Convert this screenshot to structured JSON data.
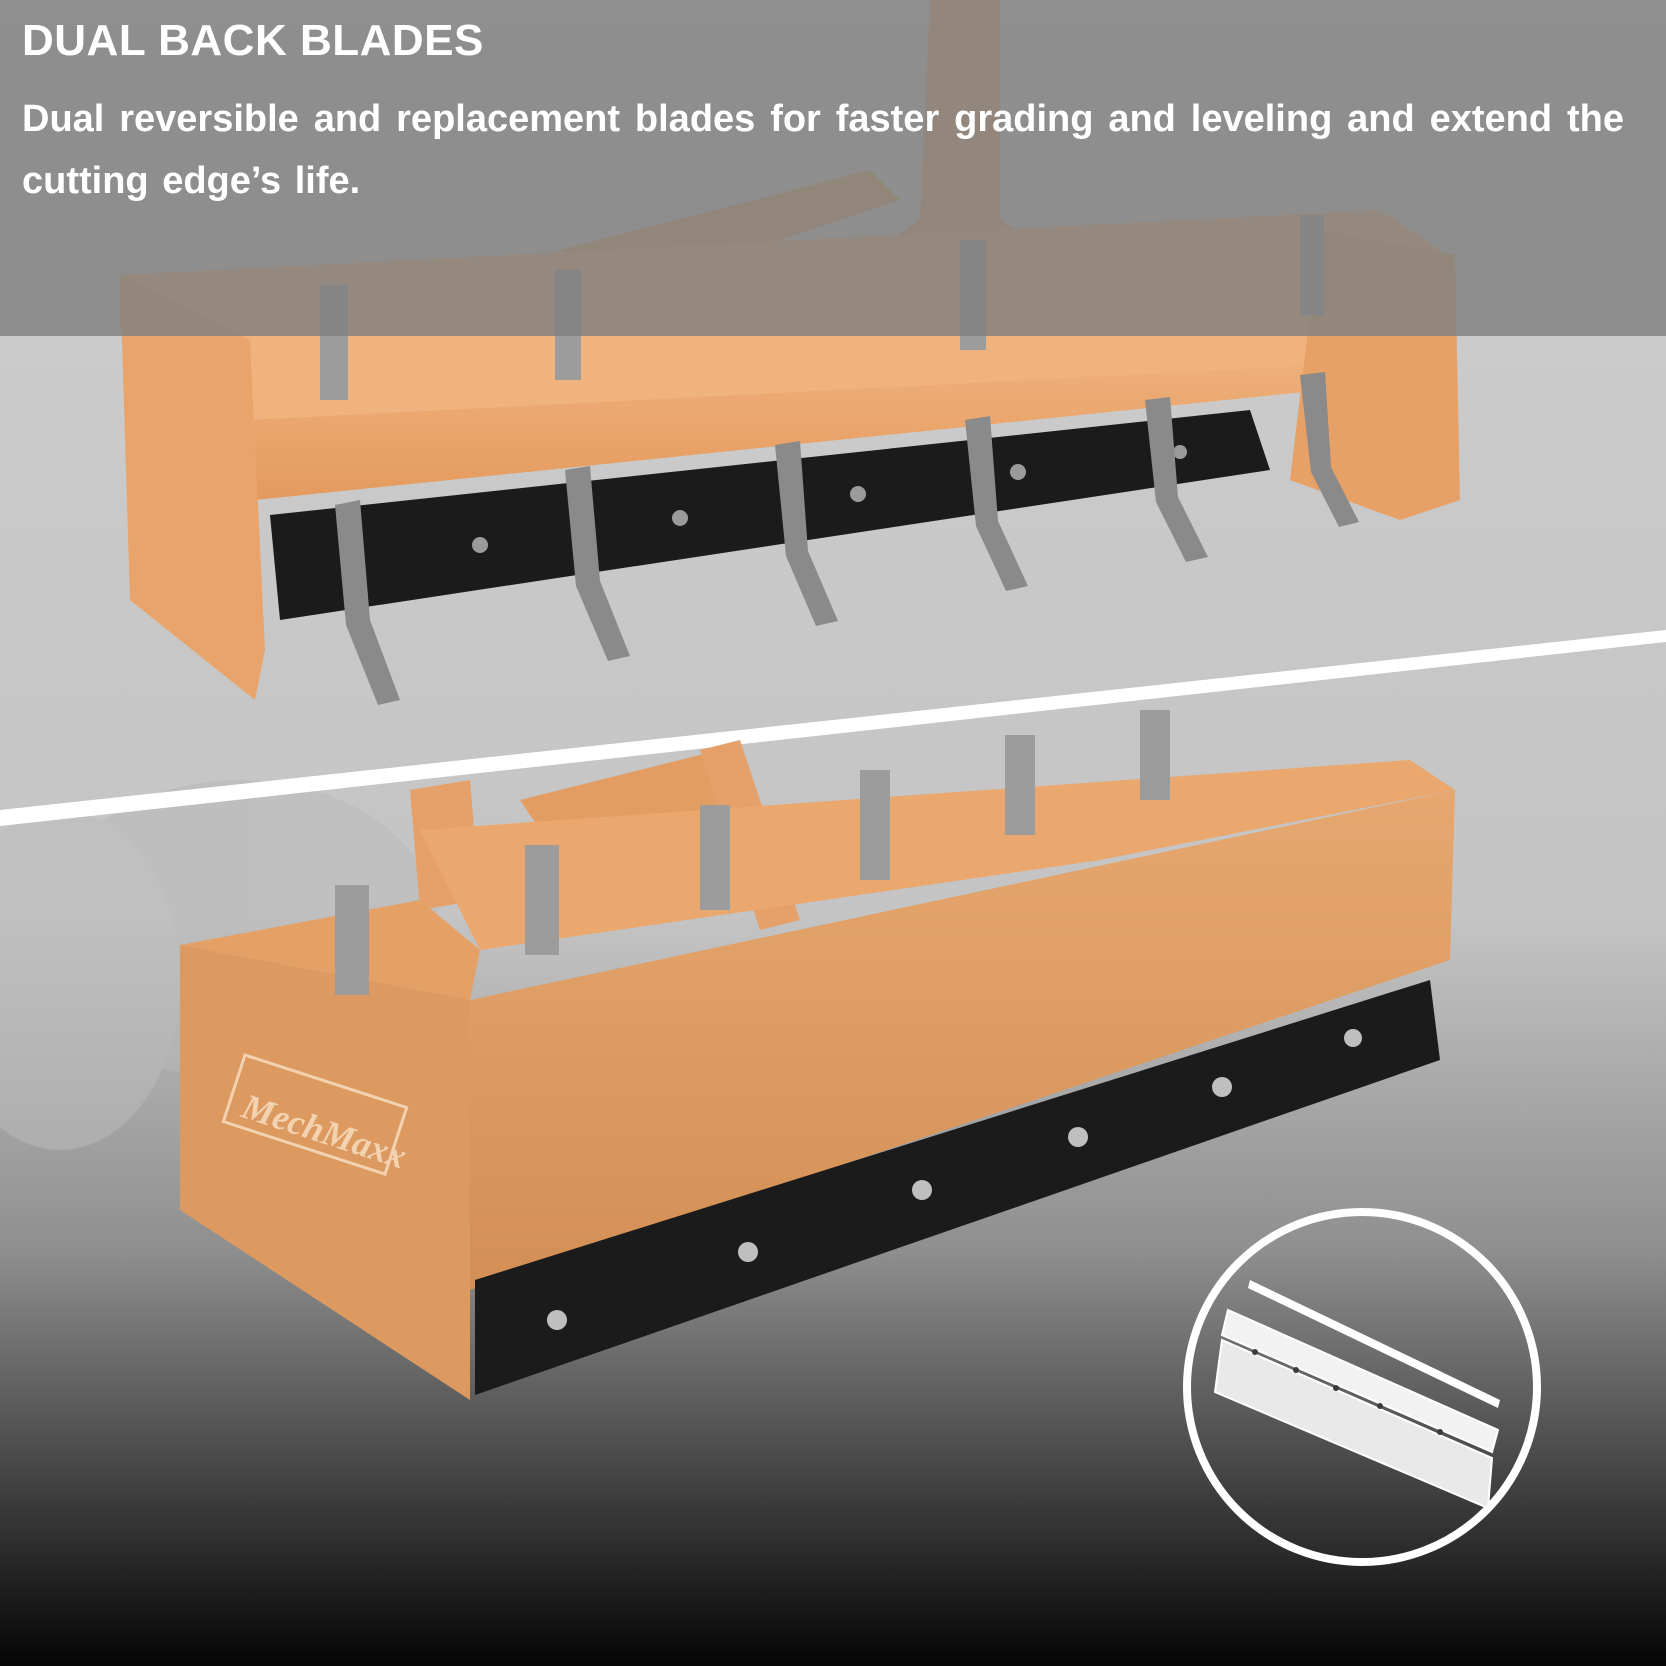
{
  "header": {
    "title": "DUAL BACK BLADES",
    "description": "Dual reversible and replacement blades for faster grading and leveling and extend the cutting edge’s life."
  },
  "product": {
    "brand_logo": "MechMaxx"
  },
  "colors": {
    "box_orange": "#e0a06a",
    "blade_black": "#1b1b1b",
    "shank_gray": "#8a8a8a",
    "band_gray": "#808080"
  }
}
